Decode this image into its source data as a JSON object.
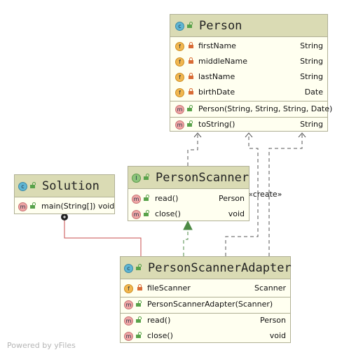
{
  "diagram": {
    "edges": {
      "create_label": "«create»"
    },
    "footer": "Powered by yFiles",
    "classes": {
      "person": {
        "name": "Person",
        "kind_badge": "c",
        "fields": [
          {
            "badge": "f",
            "name": "firstName",
            "type": "String"
          },
          {
            "badge": "f",
            "name": "middleName",
            "type": "String"
          },
          {
            "badge": "f",
            "name": "lastName",
            "type": "String"
          },
          {
            "badge": "f",
            "name": "birthDate",
            "type": "Date"
          }
        ],
        "constructors": [
          {
            "badge": "m",
            "name": "Person(String, String, String, Date)",
            "type": ""
          }
        ],
        "methods": [
          {
            "badge": "m",
            "name": "toString()",
            "type": "String"
          }
        ]
      },
      "solution": {
        "name": "Solution",
        "kind_badge": "c",
        "methods": [
          {
            "badge": "m",
            "name": "main(String[]) void",
            "type": ""
          }
        ]
      },
      "person_scanner": {
        "name": "PersonScanner",
        "kind_badge": "I",
        "methods": [
          {
            "badge": "m",
            "name": "read()",
            "type": "Person"
          },
          {
            "badge": "m",
            "name": "close()",
            "type": "void"
          }
        ]
      },
      "adapter": {
        "name": "PersonScannerAdapter",
        "kind_badge": "c",
        "fields": [
          {
            "badge": "f",
            "name": "fileScanner",
            "type": "Scanner"
          }
        ],
        "constructors": [
          {
            "badge": "m",
            "name": "PersonScannerAdapter(Scanner)",
            "type": ""
          }
        ],
        "methods": [
          {
            "badge": "m",
            "name": "read()",
            "type": "Person"
          },
          {
            "badge": "m",
            "name": "close()",
            "type": "void"
          }
        ]
      }
    }
  }
}
